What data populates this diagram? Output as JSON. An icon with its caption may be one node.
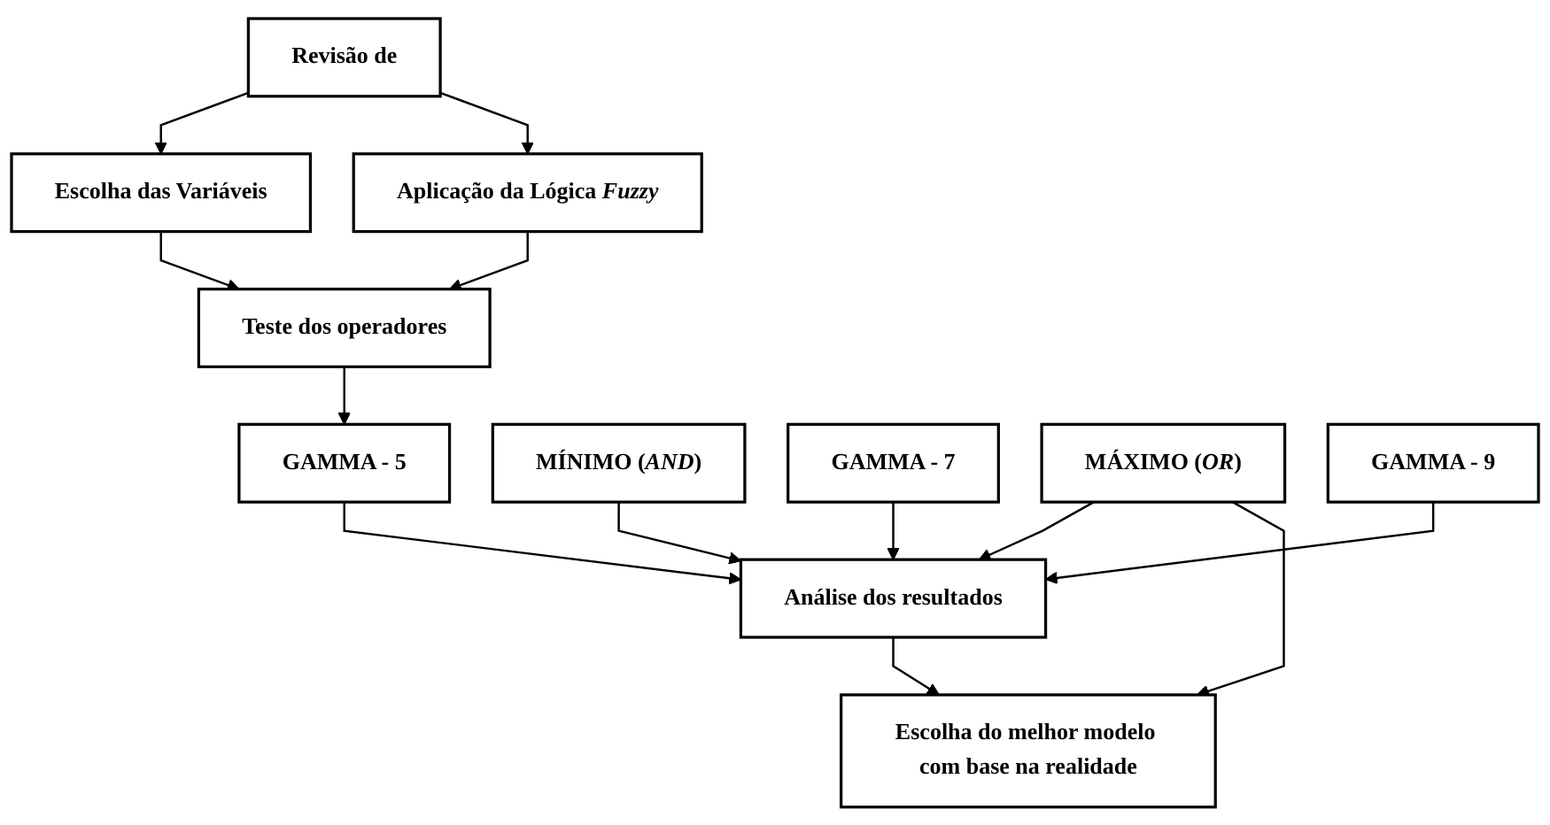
{
  "diagram": {
    "nodes": [
      {
        "text": [
          "Revisão de"
        ]
      },
      {
        "text": [
          "Escolha das Variáveis"
        ]
      },
      {
        "text": [
          "Aplicação da Lógica *Fuzzy*"
        ]
      },
      {
        "text": [
          "Teste dos operadores"
        ]
      },
      {
        "text": [
          "GAMMA - 5"
        ]
      },
      {
        "text": [
          "MÍNIMO (*AND*)"
        ]
      },
      {
        "text": [
          "GAMMA - 7"
        ]
      },
      {
        "text": [
          "MÁXIMO (*OR*)"
        ]
      },
      {
        "text": [
          "GAMMA - 9"
        ]
      },
      {
        "text": [
          "Análise dos resultados"
        ]
      },
      {
        "text": [
          "Escolha do melhor modelo com base na realidade"
        ]
      }
    ],
    "edges": [
      {
        "from": 0,
        "to": 1,
        "arrow": "to"
      },
      {
        "from": 0,
        "to": 2,
        "arrow": "to"
      },
      {
        "from": 1,
        "to": 3,
        "arrow": "to"
      },
      {
        "from": 2,
        "to": 3,
        "arrow": "to"
      },
      {
        "from": 3,
        "to": 4,
        "arrow": "to"
      },
      {
        "from": 4,
        "to": 9,
        "arrow": "to"
      },
      {
        "from": 5,
        "to": 9,
        "arrow": "to"
      },
      {
        "from": 6,
        "to": 9,
        "arrow": "to"
      },
      {
        "from": 7,
        "to": 9,
        "arrow": "to"
      },
      {
        "from": 8,
        "to": 9,
        "arrow": "to"
      },
      {
        "from": 7,
        "to": 10,
        "arrow": "to"
      },
      {
        "from": 9,
        "to": 10,
        "arrow": "to"
      }
    ]
  }
}
